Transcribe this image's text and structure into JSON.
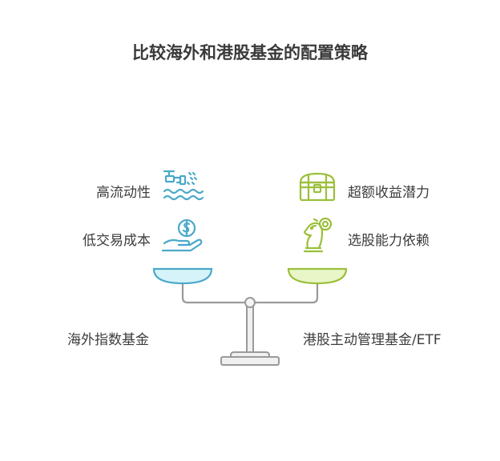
{
  "title": "比较海外和港股基金的配置策略",
  "left": {
    "name": "海外指数基金",
    "features": [
      "高流动性",
      "低交易成本"
    ],
    "color": "#4aa9c9",
    "fill": "#d6f3f9",
    "icons": [
      "water-faucet-icon",
      "hand-coin-icon"
    ]
  },
  "right": {
    "name": "港股主动管理基金/ETF",
    "features": [
      "超额收益潜力",
      "选股能力依赖"
    ],
    "color": "#9bbf3a",
    "fill": "#e8f6c8",
    "icons": [
      "treasure-chest-icon",
      "chess-knight-icon"
    ]
  },
  "balance_color": "#9a9a9a"
}
